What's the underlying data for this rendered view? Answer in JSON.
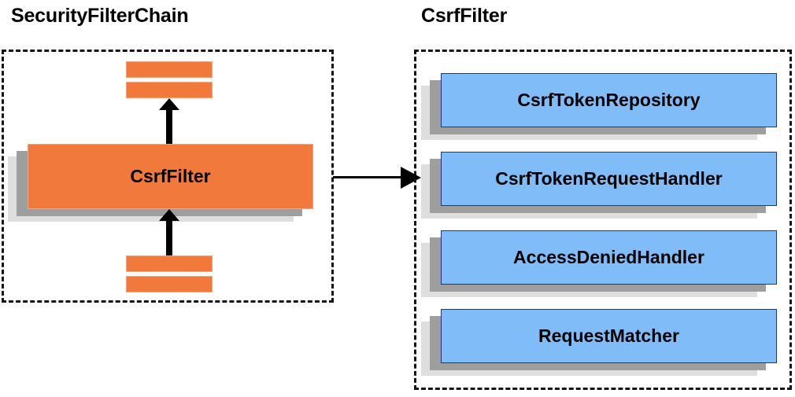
{
  "diagram": {
    "panels": [
      {
        "id": "security-filter-chain",
        "title": "SecurityFilterChain",
        "main_component": "CsrfFilter",
        "stripes": [
          "",
          "",
          "",
          ""
        ]
      },
      {
        "id": "csrf-filter",
        "title": "CsrfFilter",
        "collaborators": [
          {
            "label": "CsrfTokenRepository"
          },
          {
            "label": "CsrfTokenRequestHandler"
          },
          {
            "label": "AccessDeniedHandler"
          },
          {
            "label": "RequestMatcher"
          }
        ]
      }
    ],
    "connector": {
      "name": "csrffilter-expands-to-collaborators",
      "direction": "left-to-right"
    }
  },
  "colors": {
    "orange_fill": "#f2793c",
    "orange_border": "#f7a27a",
    "blue_fill": "#80bdf8",
    "blue_border": "#20348c",
    "shadow_near": "#9e9e9e",
    "shadow_far": "#dedede",
    "outline": "#141414"
  }
}
